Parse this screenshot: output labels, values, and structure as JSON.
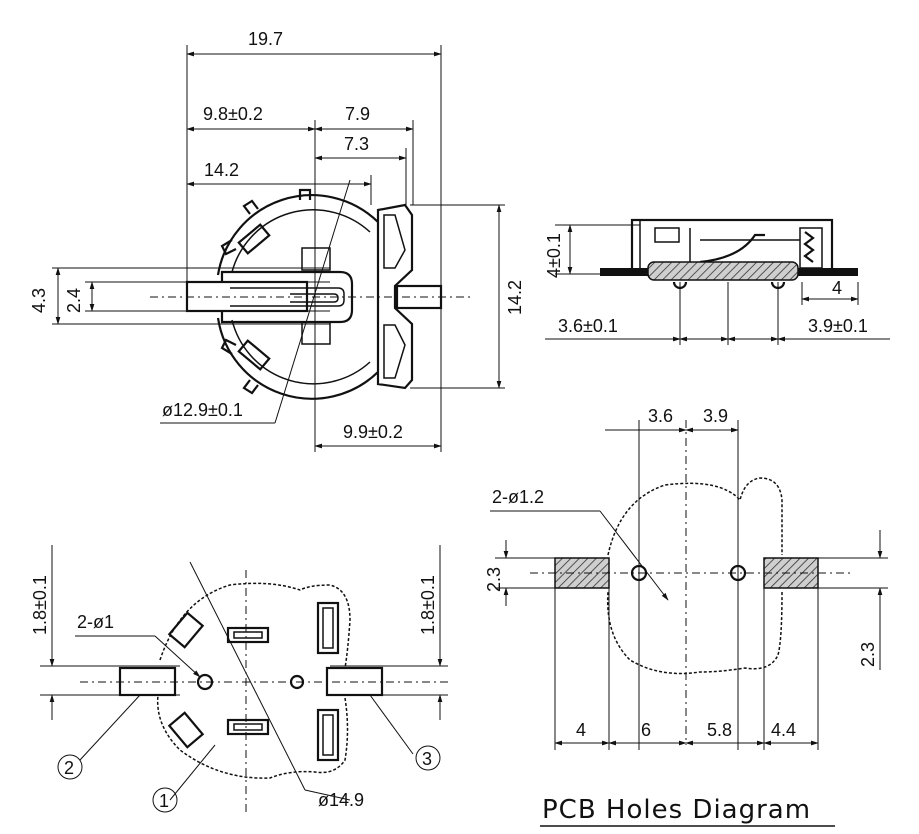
{
  "top_view": {
    "overall_width": "19.7",
    "width_left": "9.8±0.2",
    "width_right": "7.9",
    "width_inner": "7.3",
    "width_14": "14.2",
    "height_43": "4.3",
    "height_24": "2.4",
    "height_142": "14.2",
    "diameter": "ø12.9±0.1",
    "width_bottom": "9.9±0.2"
  },
  "side_view": {
    "height": "4±0.1",
    "tab": "4",
    "offset_left": "3.6±0.1",
    "offset_right": "3.9±0.1"
  },
  "bottom_view": {
    "left_dim": "1.8±0.1",
    "right_dim": "1.8±0.1",
    "holes": "2-ø1",
    "diameter": "ø14.9",
    "callout_1": "1",
    "callout_2": "2",
    "callout_3": "3"
  },
  "pcb_view": {
    "title": "PCB Holes Diagram",
    "dim_36": "3.6",
    "dim_39": "3.9",
    "holes": "2-ø1.2",
    "left_23": "2.3",
    "right_23": "2.3",
    "bot_4": "4",
    "bot_6": "6",
    "bot_58": "5.8",
    "bot_44": "4.4"
  }
}
